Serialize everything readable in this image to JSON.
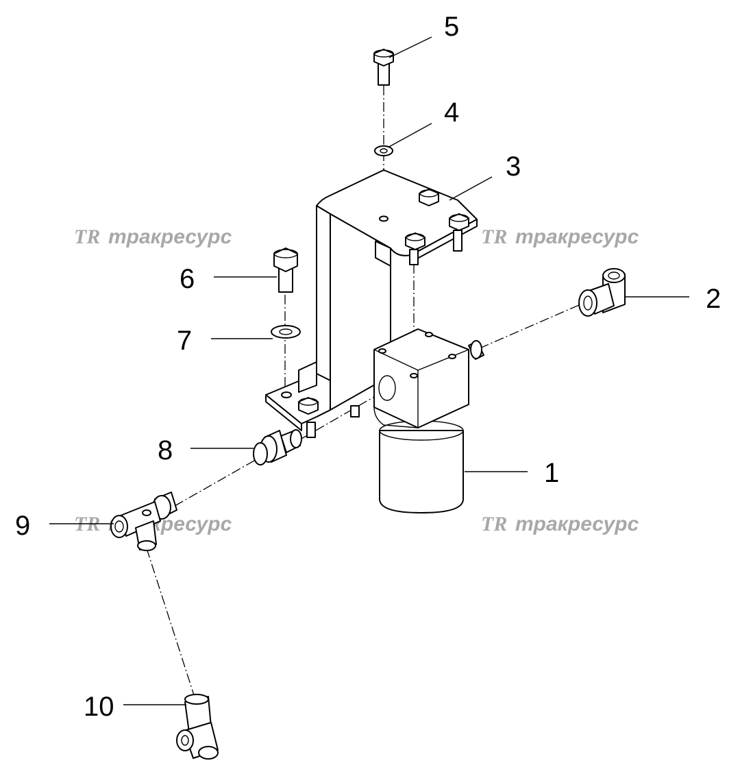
{
  "watermark": {
    "logo": "TR",
    "text": "тракресурс",
    "color": "#a8a8a8"
  },
  "callouts": [
    {
      "id": "1",
      "label": "1"
    },
    {
      "id": "2",
      "label": "2"
    },
    {
      "id": "3",
      "label": "3"
    },
    {
      "id": "4",
      "label": "4"
    },
    {
      "id": "5",
      "label": "5"
    },
    {
      "id": "6",
      "label": "6"
    },
    {
      "id": "7",
      "label": "7"
    },
    {
      "id": "8",
      "label": "8"
    },
    {
      "id": "9",
      "label": "9"
    },
    {
      "id": "10",
      "label": "10"
    }
  ]
}
